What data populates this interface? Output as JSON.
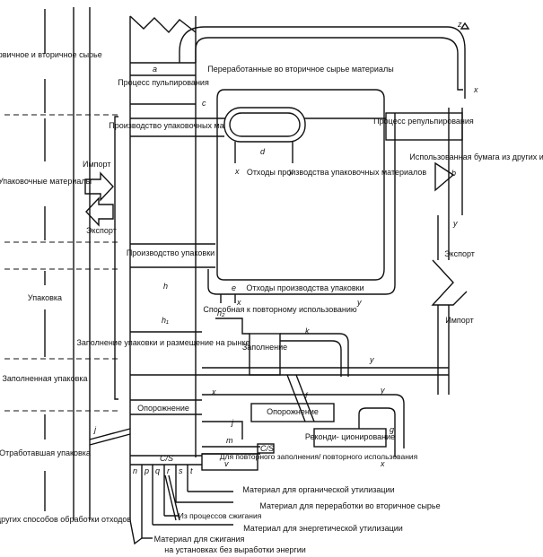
{
  "left_stages": {
    "primary": "Первичное и вторичное сырье",
    "packaging_materials": "Упаковочные материалы",
    "packaging": "Упаковка",
    "filled_packaging": "Заполненная упаковка",
    "used_packaging": "Отработавшая упаковка",
    "other_methods": "Материал для других способов обработки отходов"
  },
  "boxes": {
    "pulping": "Процесс пульпирования",
    "pm_production": "Производство упаковочных материалов",
    "repulping": "Процесс репульпирования",
    "pack_production": "Производство упаковки",
    "filling_market": "Заполнение упаковки и размещение на рынке",
    "emptying_left": "Опорожнение",
    "emptying_mid": "Опорожнение",
    "filling_mid": "Заполнение",
    "reconditioning": "Реконди- ционирование"
  },
  "labels": {
    "recycled": "Переработанные во вторичное сырье материалы",
    "pm_waste": "Отходы производства упаковочных материалов",
    "pack_waste": "Отходы производства упаковки",
    "reusable": "Способная к повторному использованию",
    "refill": "Для повторного заполнения/ повторного использования",
    "organic": "Материал для органической утилизации",
    "secondary": "Материал для переработки во вторичное сырье",
    "incineration_proc": "Из процессов сжигания",
    "energy": "Материал для энергетической утилизации",
    "burn": "Материал для сжигания",
    "no_energy": "на установках без выработки энергии",
    "used_paper": "Использованная бумага из других источников",
    "import_left": "Импорт",
    "export_left": "Экспорт",
    "export_right": "Экспорт",
    "import_right": "Импорт"
  },
  "letters": {
    "a": "a",
    "b": "b",
    "c": "c",
    "d": "d",
    "e": "e",
    "f": "f",
    "g": "g",
    "h": "h",
    "h1": "h₁",
    "h2": "h₂",
    "j": "j",
    "k": "k",
    "m": "m",
    "n": "n",
    "p": "p",
    "q": "q",
    "r": "r",
    "s": "s",
    "t": "t",
    "v": "v",
    "x": "x",
    "y": "y",
    "z": "z",
    "cs": "C/S"
  }
}
